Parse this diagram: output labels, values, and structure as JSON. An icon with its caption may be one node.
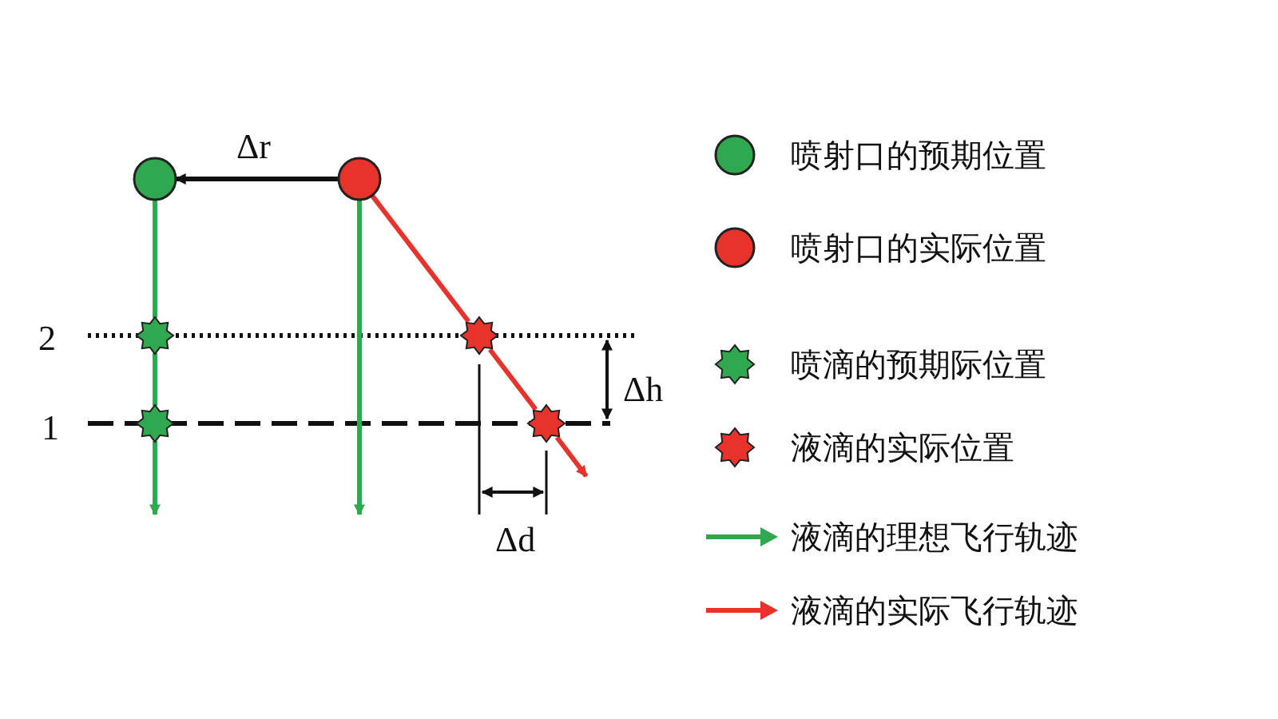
{
  "diagram": {
    "nodes": [
      {
        "text": [],
        "shape": "circle"
      },
      {
        "text": [],
        "shape": "circle"
      },
      {
        "text": [],
        "shape": "star"
      },
      {
        "text": [],
        "shape": "star"
      },
      {
        "text": [],
        "shape": "star"
      },
      {
        "text": [],
        "shape": "star"
      }
    ],
    "edges": [
      {
        "from": 0,
        "to": 2,
        "arrow": "none"
      },
      {
        "from": 2,
        "to": 3,
        "arrow": "none"
      },
      {
        "from": 3,
        "to": null,
        "arrow": "to"
      },
      {
        "from": 1,
        "to": null,
        "arrow": "to"
      },
      {
        "from": 1,
        "to": 4,
        "arrow": "none",
        "color": "#e8322c"
      },
      {
        "from": 4,
        "to": 5,
        "arrow": "none",
        "color": "#e8322c"
      },
      {
        "from": 5,
        "to": null,
        "arrow": "to",
        "color": "#e8322c"
      },
      {
        "from": 1,
        "to": 0,
        "arrow": "to",
        "label": "Δr",
        "color": "#111111"
      }
    ],
    "labels": [
      "2",
      "1",
      "Δh",
      "Δd"
    ],
    "legend": [
      {
        "text": "喷射口的预期位置"
      },
      {
        "text": "喷射口的实际位置"
      },
      {
        "text": "喷滴的预期际位置"
      },
      {
        "text": "液滴的实际位置"
      },
      {
        "text": "液滴的理想飞行轨迹"
      },
      {
        "text": "液滴的实际飞行轨迹"
      }
    ]
  }
}
